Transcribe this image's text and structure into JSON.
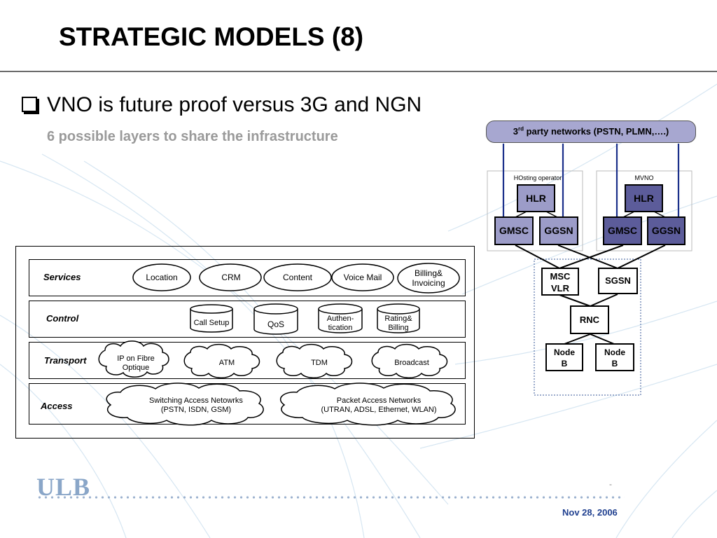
{
  "title": "STRATEGIC MODELS (8)",
  "bullet": "VNO is future proof versus 3G and NGN",
  "subtitle": "6 possible layers to share the infrastructure",
  "layers": {
    "services": {
      "label": "Services",
      "items": [
        "Location",
        "CRM",
        "Content",
        "Voice Mail",
        "Billing& Invoicing"
      ]
    },
    "control": {
      "label": "Control",
      "items": [
        "Call Setup",
        "QoS",
        "Authen- tication",
        "Rating& Billing"
      ]
    },
    "transport": {
      "label": "Transport",
      "items": [
        "IP on Fibre Optique",
        "ATM",
        "TDM",
        "Broadcast"
      ]
    },
    "access": {
      "label": "Access",
      "items": [
        {
          "line1": "Switching Access Netowrks",
          "line2": "(PSTN, ISDN, GSM)"
        },
        {
          "line1": "Packet Access Networks",
          "line2": "(UTRAN, ADSL, Ethernet, WLAN)"
        }
      ]
    }
  },
  "network": {
    "third_party": {
      "prefix": "3",
      "sup": "rd",
      "rest": " party networks (PSTN, PLMN,….)"
    },
    "hosting_label": "HOsting operator",
    "mvno_label": "MVNO",
    "hlr": "HLR",
    "gmsc": "GMSC",
    "ggsn": "GGSN",
    "msc_vlr": "MSC VLR",
    "sgsn": "SGSN",
    "rnc": "RNC",
    "node_b": "Node B"
  },
  "footer": {
    "logo": "ULB",
    "date": "Nov 28, 2006",
    "dash": "-"
  },
  "colors": {
    "title_rule": "#6b6b6b",
    "subtitle": "#9a9a9a",
    "third_party_fill": "#a7a7d0",
    "hosting_fill": "#9c9cc8",
    "mvno_fill": "#5c5c9a",
    "link_blue": "#1a2f8a",
    "footer_logo": "#8aa6c8",
    "footer_date": "#1f3f8f"
  }
}
